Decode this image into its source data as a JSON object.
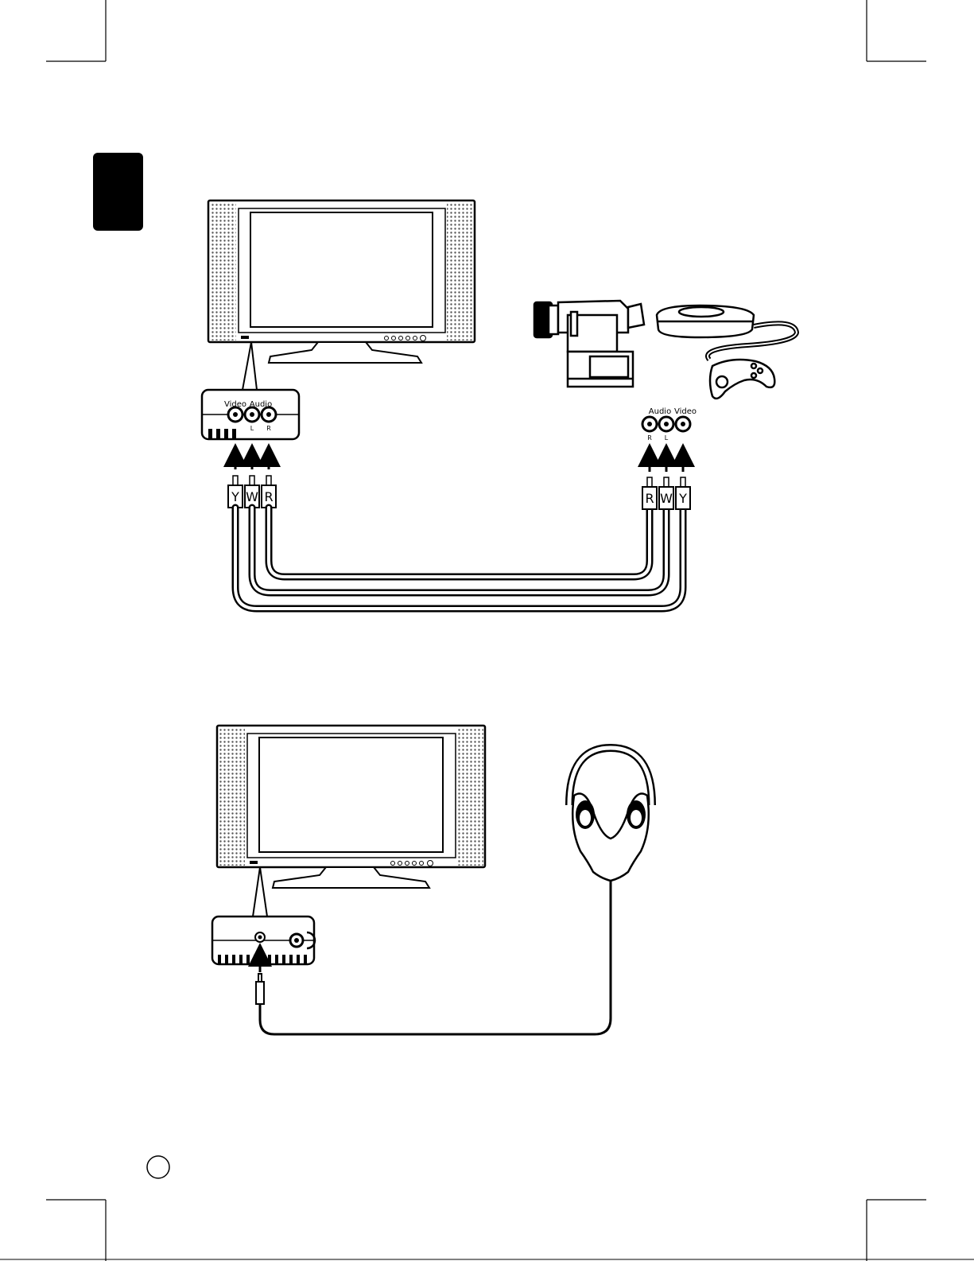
{
  "diagram_1": {
    "tv_panel": {
      "jack_labels": {
        "video": "Video",
        "audio": "Audio",
        "left": "L",
        "right": "R"
      }
    },
    "source_panel": {
      "jack_labels": {
        "video": "Video",
        "audio": "Audio",
        "left": "L",
        "right": "R"
      }
    },
    "tv_plugs": [
      "Y",
      "W",
      "R"
    ],
    "source_plugs": [
      "R",
      "W",
      "Y"
    ],
    "devices": [
      "camcorder-icon",
      "game-console-icon",
      "game-controller-icon"
    ]
  },
  "diagram_2": {
    "devices": [
      "headphones-icon"
    ]
  },
  "colors": {
    "ink": "#000000",
    "paper": "#ffffff",
    "tab": "#000000"
  }
}
